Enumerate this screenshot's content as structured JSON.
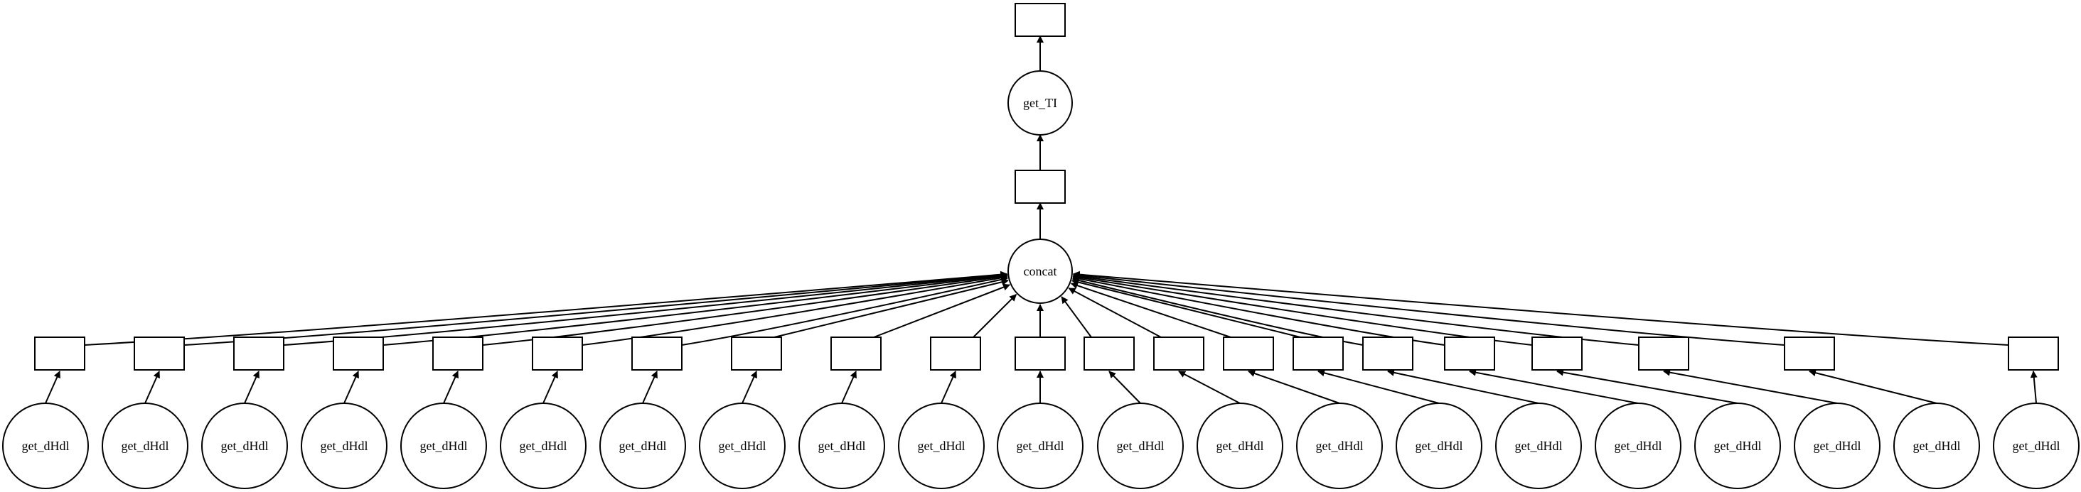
{
  "graph": {
    "top_box": {
      "label": ""
    },
    "get_ti": {
      "label": "get_TI"
    },
    "mid_box": {
      "label": ""
    },
    "concat": {
      "label": "concat"
    },
    "branches": [
      {
        "box_label": "",
        "leaf_label": "get_dHdl"
      },
      {
        "box_label": "",
        "leaf_label": "get_dHdl"
      },
      {
        "box_label": "",
        "leaf_label": "get_dHdl"
      },
      {
        "box_label": "",
        "leaf_label": "get_dHdl"
      },
      {
        "box_label": "",
        "leaf_label": "get_dHdl"
      },
      {
        "box_label": "",
        "leaf_label": "get_dHdl"
      },
      {
        "box_label": "",
        "leaf_label": "get_dHdl"
      },
      {
        "box_label": "",
        "leaf_label": "get_dHdl"
      },
      {
        "box_label": "",
        "leaf_label": "get_dHdl"
      },
      {
        "box_label": "",
        "leaf_label": "get_dHdl"
      },
      {
        "box_label": "",
        "leaf_label": "get_dHdl"
      },
      {
        "box_label": "",
        "leaf_label": "get_dHdl"
      },
      {
        "box_label": "",
        "leaf_label": "get_dHdl"
      },
      {
        "box_label": "",
        "leaf_label": "get_dHdl"
      },
      {
        "box_label": "",
        "leaf_label": "get_dHdl"
      },
      {
        "box_label": "",
        "leaf_label": "get_dHdl"
      },
      {
        "box_label": "",
        "leaf_label": "get_dHdl"
      },
      {
        "box_label": "",
        "leaf_label": "get_dHdl"
      },
      {
        "box_label": "",
        "leaf_label": "get_dHdl"
      },
      {
        "box_label": "",
        "leaf_label": "get_dHdl"
      },
      {
        "box_label": "",
        "leaf_label": "get_dHdl"
      }
    ],
    "colors": {
      "stroke": "#000000",
      "fill": "#ffffff",
      "text": "#000000"
    }
  }
}
